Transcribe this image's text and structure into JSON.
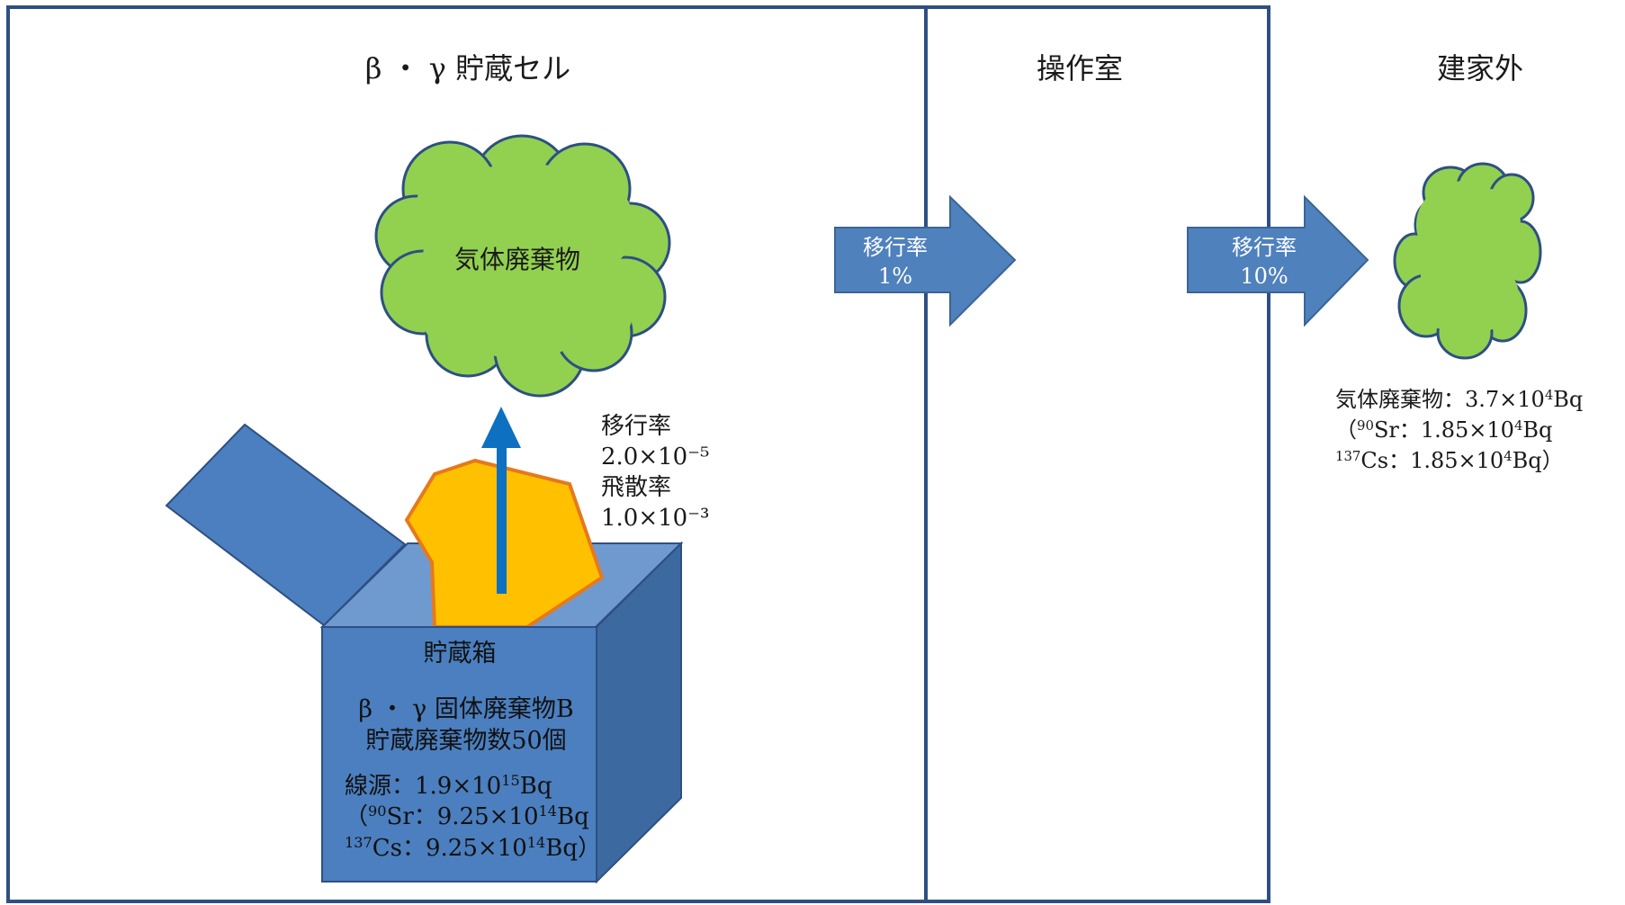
{
  "regions": [
    {
      "id": "cell",
      "label": "β ・ γ 貯蔵セル"
    },
    {
      "id": "control_room",
      "label": "操作室"
    },
    {
      "id": "outside",
      "label": "建家外"
    }
  ],
  "gas_cloud": {
    "label": "気体廃棄物"
  },
  "transfer_arrows": [
    {
      "label": "移行率",
      "value": "1%"
    },
    {
      "label": "移行率",
      "value": "10%"
    }
  ],
  "release": {
    "transfer_label": "移行率",
    "transfer_value": "2.0×10⁻⁵",
    "scatter_label": "飛散率",
    "scatter_value": "1.0×10⁻³"
  },
  "storage_box": {
    "title": "貯蔵箱",
    "line1": "β ・ γ 固体廃棄物B",
    "line2": "貯蔵廃棄物数50個",
    "source_prefix": "線源：1.9×10",
    "source_exp": "15",
    "source_unit": "Bq",
    "sr_open": "（",
    "sr_mass": "90",
    "sr_text": "Sr：9.25×10",
    "sr_exp": "14",
    "sr_unit": "Bq",
    "cs_mass": "137",
    "cs_text": "Cs：9.25×10",
    "cs_exp": "14",
    "cs_unit": "Bq）"
  },
  "outside_result": {
    "line1_prefix": "気体廃棄物：3.7×10",
    "line1_exp": "4",
    "line1_unit": "Bq",
    "sr_open": "（",
    "sr_mass": "90",
    "sr_text": "Sr：1.85×10",
    "sr_exp": "4",
    "sr_unit": "Bq",
    "cs_mass": "137",
    "cs_text": "Cs：1.85×10",
    "cs_exp": "4",
    "cs_unit": "Bq）"
  },
  "colors": {
    "frame": "#2e4f82",
    "box_front": "#4b7fbf",
    "box_side": "#3c6aa0",
    "box_top": "#6f9ad0",
    "cloud": "#92d050",
    "cloud_edge": "#2e4f82",
    "debris": "#ffc000",
    "debris_edge": "#e6791c",
    "up_arrow": "#0d70c0",
    "flow_arrow": "#4f81bd"
  }
}
